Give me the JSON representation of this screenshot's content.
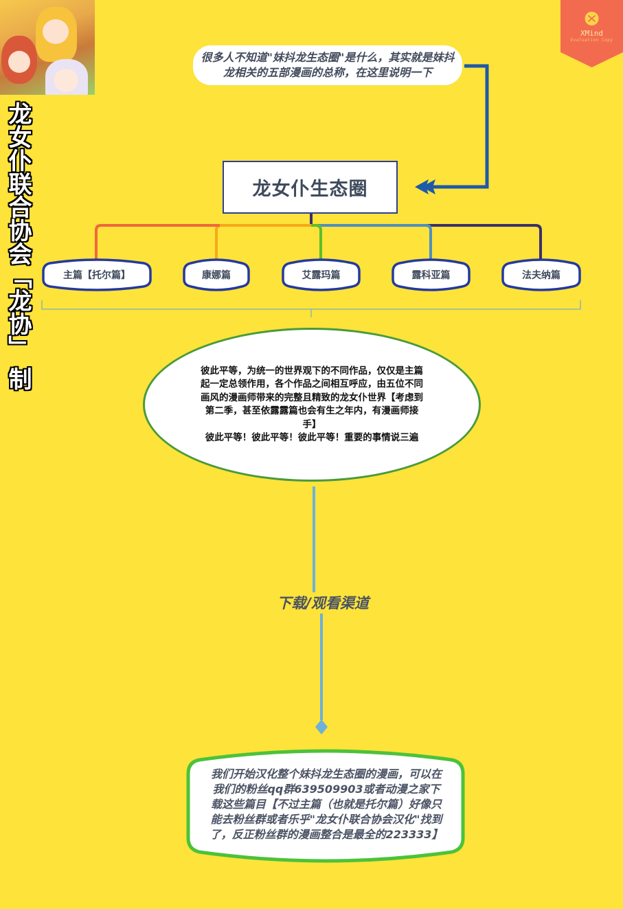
{
  "cover_image": {
    "alt": "Miss Kobayashi's Dragon Maid cover art featuring Tohru, Kobayashi and Kanna"
  },
  "watermark": {
    "icon": "x-circle-icon",
    "title": "XMind",
    "subtitle": "Evaluation Copy",
    "colors": {
      "ribbon": "#f26b4f",
      "circle": "#fbd34a"
    }
  },
  "side_title": "龙女仆联合协会「龙协」 制",
  "intro_note": {
    "text": "很多人不知道\"妹抖龙生态圈\"是什么，其实就是妹抖龙相关的五部漫画的总称，在这里说明一下"
  },
  "root_node": {
    "label": "龙女仆生态圈"
  },
  "branches": [
    {
      "label": "主篇【托尔篇】",
      "line_color": "#f0683a"
    },
    {
      "label": "康娜篇",
      "line_color": "#f7a81b"
    },
    {
      "label": "艾露玛篇",
      "line_color": "#5cbf2a"
    },
    {
      "label": "露科亚篇",
      "line_color": "#4f8fbf"
    },
    {
      "label": "法夫纳篇",
      "line_color": "#3b2f6b"
    }
  ],
  "summary_note": {
    "lines": [
      "彼此平等，为统一的世界观下的不同作品，仅仅是主篇",
      "起一定总领作用，各个作品之间相互呼应，由五位不同",
      "画风的漫画师带来的完整且精致的龙女仆世界【考虑到",
      "第二季，甚至依露露篇也会有生之年内，有漫画师接",
      "手】",
      "彼此平等！彼此平等！彼此平等！重要的事情说三遍"
    ]
  },
  "connector_label": "下载/观看渠道",
  "bottom_note": {
    "lines": [
      "我们开始汉化整个妹抖龙生态圈的漫画，可以在",
      "我们的粉丝qq群639509903或者动漫之家下",
      "载这些篇目【不过主篇（也就是托尔篇）好像只",
      "能去粉丝群或者乐乎\"龙女仆联合协会汉化\"找到",
      "了，反正粉丝群的漫画整合是最全的223333】"
    ]
  },
  "colors": {
    "background": "#fde33a",
    "node_border": "#2c3e96",
    "arrow": "#1d5aa8",
    "ellipse_border": "#4a9a3c",
    "bottom_border": "#4cc23a",
    "connector": "#6fb0d8",
    "text_dark": "#3f4a5c"
  }
}
